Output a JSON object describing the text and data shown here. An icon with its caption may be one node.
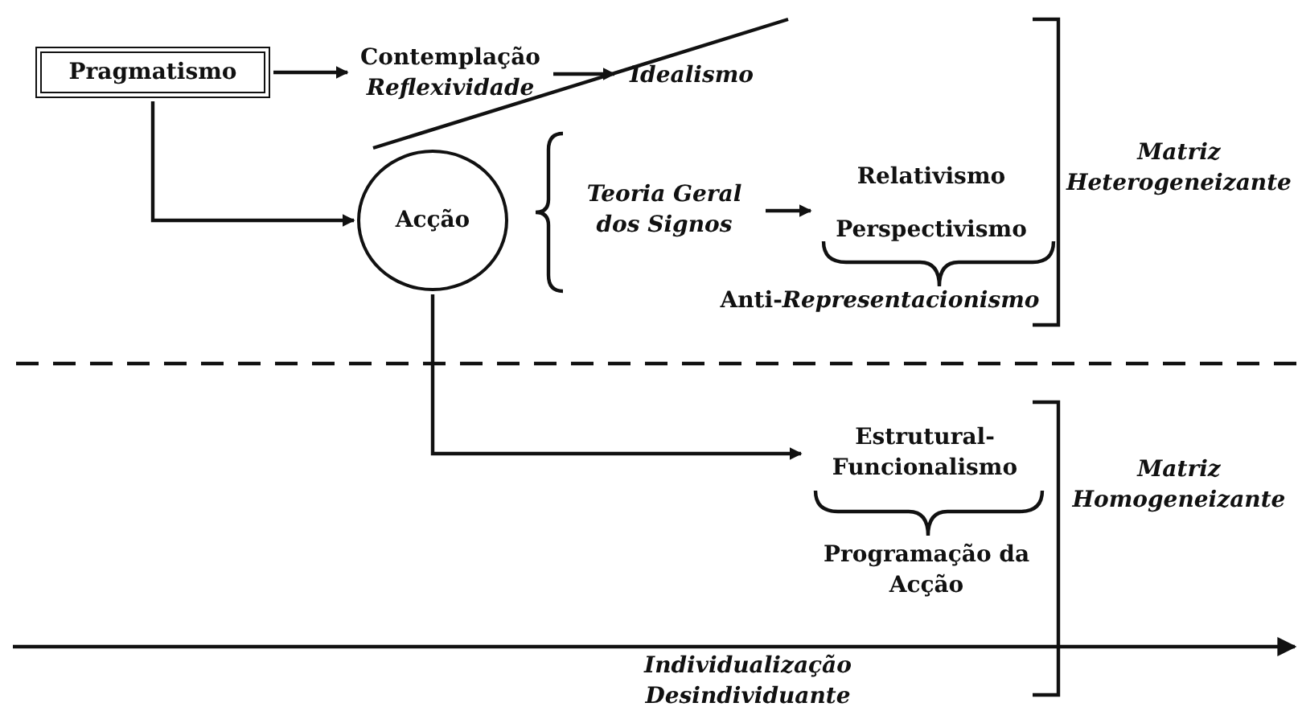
{
  "diagram": {
    "nodes": [
      {
        "text": [
          "Pragmatismo"
        ]
      },
      {
        "text": [
          "Contemplação",
          "Reflexividade"
        ]
      },
      {
        "text": [
          "Idealismo"
        ]
      },
      {
        "text": [
          "Acção"
        ]
      },
      {
        "text": [
          "Teoria Geral dos Signos"
        ]
      },
      {
        "text": [
          "Relativismo",
          "Perspectivismo"
        ]
      },
      {
        "text": [
          "Estrutural-Funcionalismo"
        ]
      }
    ],
    "edges": [
      {
        "from": 0,
        "to": 1,
        "arrow": "to"
      },
      {
        "from": 1,
        "to": 2,
        "arrow": "to"
      },
      {
        "from": 0,
        "to": 3,
        "arrow": "to"
      },
      {
        "from": 4,
        "to": 5,
        "arrow": "to"
      },
      {
        "from": 3,
        "to": 6,
        "arrow": "to"
      }
    ],
    "labels": [
      "Matriz Heterogeneizante",
      "Anti-*Representacionismo*",
      "Matriz Homogeneizante",
      "Programação da Acção",
      "Individualização Desindividuante"
    ]
  }
}
